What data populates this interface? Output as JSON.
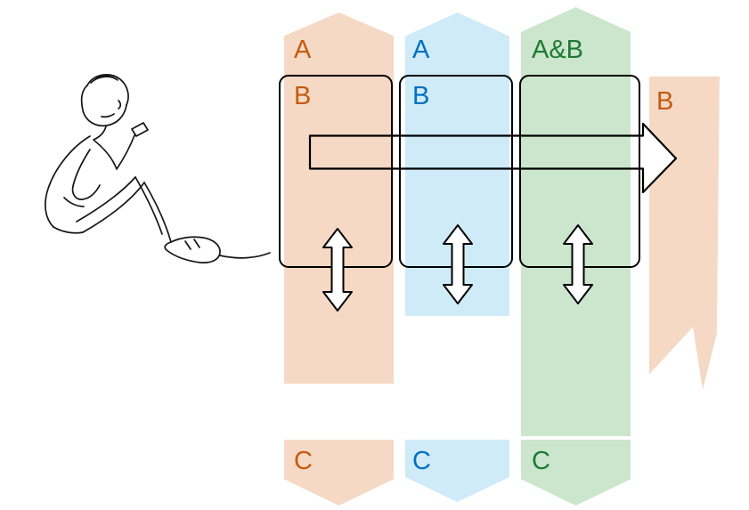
{
  "diagram": {
    "columns": [
      {
        "top_label": "A",
        "box_label": "B",
        "bottom_label": "C",
        "fill": "#F5D9C5",
        "text_color": "#C55A11"
      },
      {
        "top_label": "A",
        "box_label": "B",
        "bottom_label": "C",
        "fill": "#CFEBF8",
        "text_color": "#0070C0"
      },
      {
        "top_label": "A&B",
        "box_label": "",
        "bottom_label": "C",
        "fill": "#CBE6CC",
        "text_color": "#1E7B34"
      }
    ],
    "right_band": {
      "label": "B",
      "fill": "#F5D9C5",
      "text_color": "#C55A11"
    },
    "icons": {
      "horizontal_arrow": "right-arrow-outline",
      "vertical_exchange_arrow": "up-down-double-arrow",
      "figure": "seated-person-line-art"
    }
  }
}
